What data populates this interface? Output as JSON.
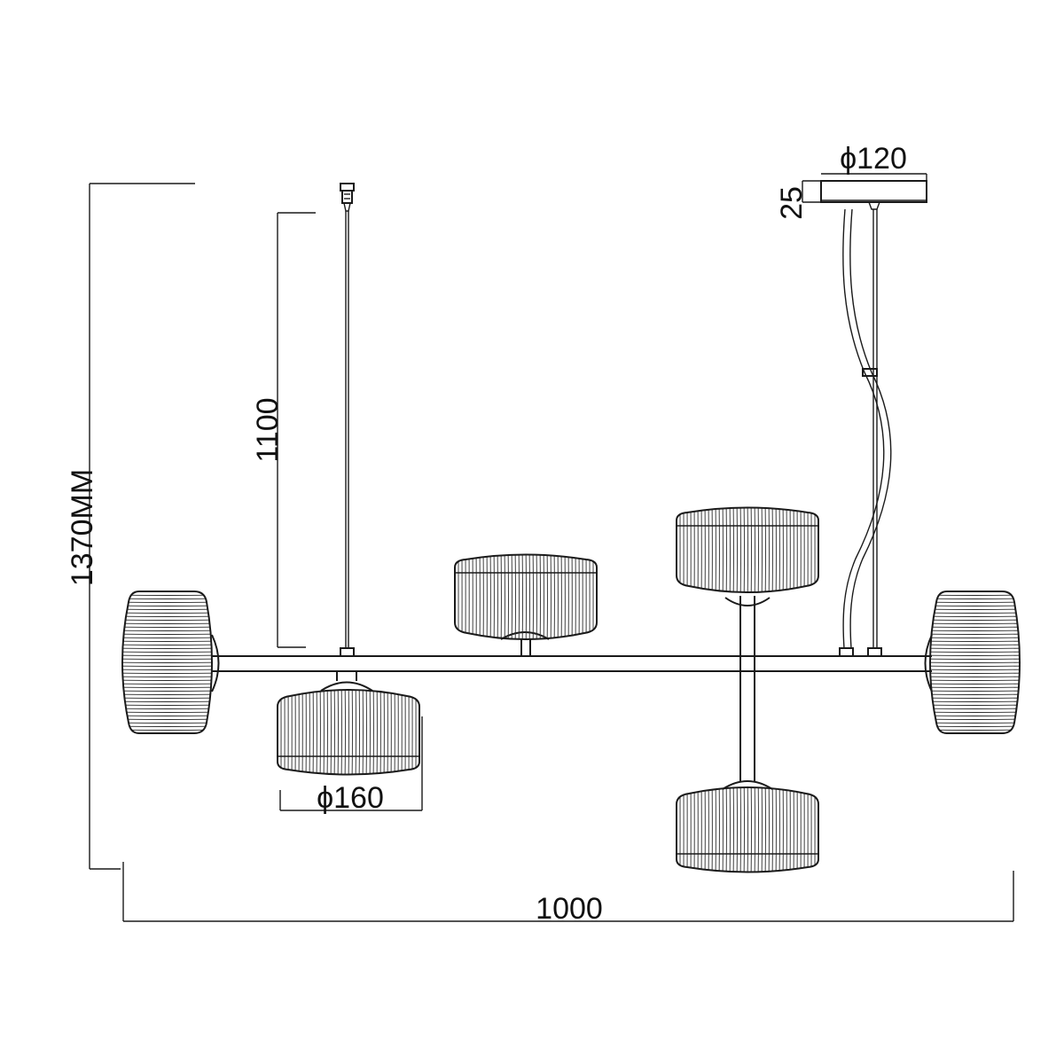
{
  "dimensions": {
    "overall_height": "1370MM",
    "suspension_length": "1100",
    "canopy_diameter": "ϕ120",
    "canopy_height": "25",
    "shade_diameter": "ϕ160",
    "overall_width": "1000"
  }
}
